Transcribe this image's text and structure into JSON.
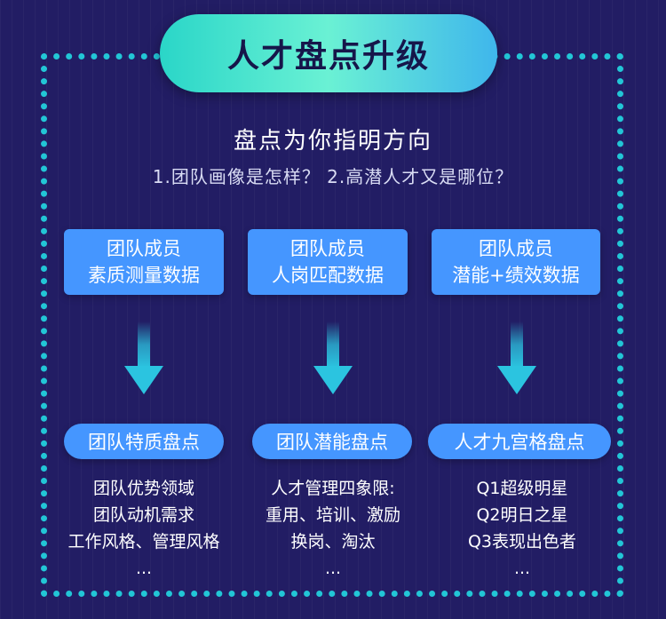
{
  "title": "人才盘点升级",
  "subtitle": "盘点为你指明方向",
  "questions": "1.团队画像是怎样？ 2.高潜人才又是哪位？",
  "colors": {
    "background": "#221d64",
    "accent": "#4596ff",
    "dots": "#22c6d6",
    "arrow": "#2bb8d8"
  },
  "columns": [
    {
      "box_line1": "团队成员",
      "box_line2": "素质测量数据",
      "pill": "团队特质盘点",
      "items": [
        "团队优势领域",
        "团队动机需求",
        "工作风格、管理风格",
        "..."
      ]
    },
    {
      "box_line1": "团队成员",
      "box_line2": "人岗匹配数据",
      "pill": "团队潜能盘点",
      "items": [
        "人才管理四象限:",
        "重用、培训、激励",
        "换岗、淘汰",
        "..."
      ]
    },
    {
      "box_line1": "团队成员",
      "box_line2": "潜能+绩效数据",
      "pill": "人才九宫格盘点",
      "items": [
        "Q1超级明星",
        "Q2明日之星",
        "Q3表现出色者",
        "..."
      ]
    }
  ]
}
